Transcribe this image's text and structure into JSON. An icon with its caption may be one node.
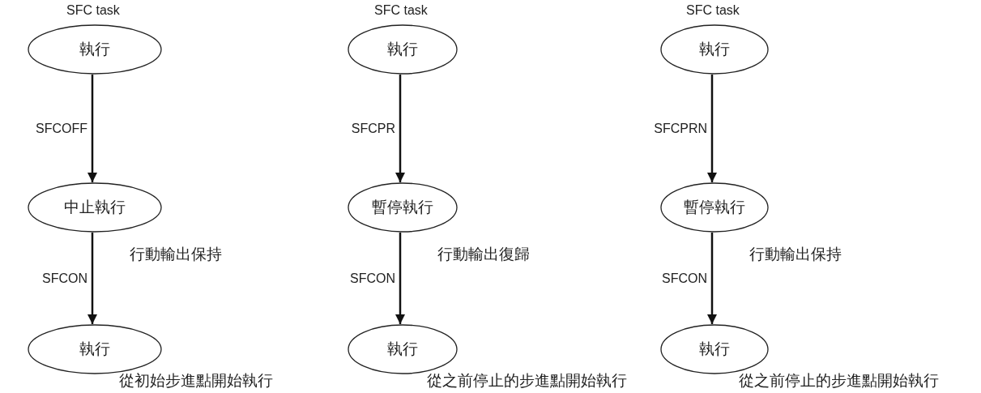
{
  "diagram": {
    "nodes": [
      {
        "text": [
          "執行"
        ]
      },
      {
        "text": [
          "中止執行"
        ],
        "beside": [
          "行動輸出保持"
        ]
      },
      {
        "text": [
          "執行"
        ],
        "beside": [
          "從初始步進點開始執行"
        ]
      },
      {
        "text": [
          "執行"
        ]
      },
      {
        "text": [
          "暫停執行"
        ],
        "beside": [
          "行動輸出復歸"
        ]
      },
      {
        "text": [
          "執行"
        ],
        "beside": [
          "從之前停止的步進點開始執行"
        ]
      },
      {
        "text": [
          "執行"
        ]
      },
      {
        "text": [
          "暫停執行"
        ],
        "beside": [
          "行動輸出保持"
        ]
      },
      {
        "text": [
          "執行"
        ],
        "beside": [
          "從之前停止的步進點開始執行"
        ]
      }
    ],
    "edges": [
      {
        "from": 0,
        "to": 1,
        "arrow": "to",
        "label": "SFCOFF"
      },
      {
        "from": 1,
        "to": 2,
        "arrow": "to",
        "label": "SFCON"
      },
      {
        "from": 3,
        "to": 4,
        "arrow": "to",
        "label": "SFCPR"
      },
      {
        "from": 4,
        "to": 5,
        "arrow": "to",
        "label": "SFCON"
      },
      {
        "from": 6,
        "to": 7,
        "arrow": "to",
        "label": "SFCPRN"
      },
      {
        "from": 7,
        "to": 8,
        "arrow": "to",
        "label": "SFCON"
      }
    ],
    "labels": [
      "SFC task",
      "SFC task",
      "SFC task"
    ]
  }
}
